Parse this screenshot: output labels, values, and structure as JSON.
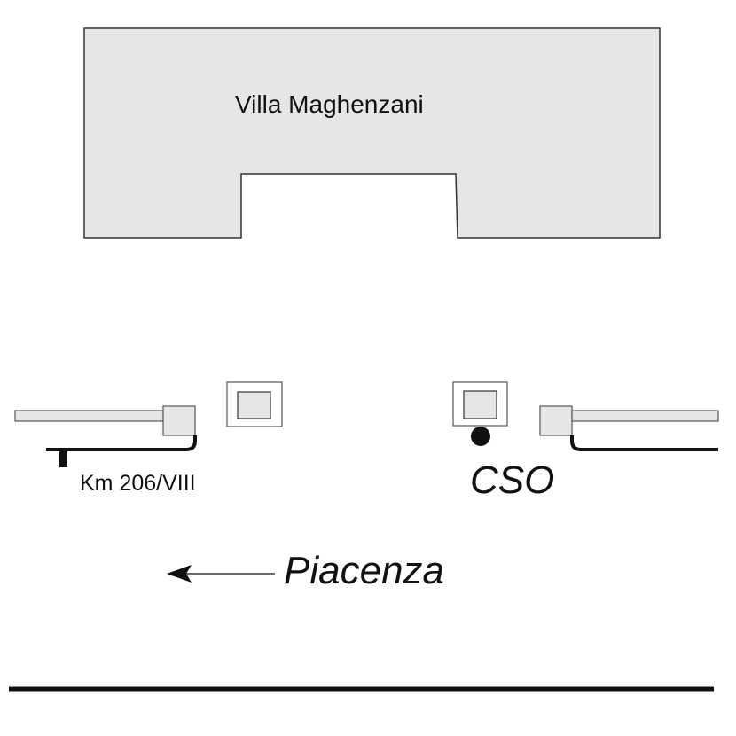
{
  "building": {
    "label": "Villa Maghenzani",
    "fill": "#e6e6e6"
  },
  "left_barrier": {
    "label": "Km 206/VIII"
  },
  "right_barrier": {
    "label": "CSO"
  },
  "direction": {
    "label": "Piacenza",
    "icon": "arrow-left-icon"
  },
  "colors": {
    "stroke": "#333333",
    "fill": "#e6e6e6",
    "dark": "#111111"
  }
}
